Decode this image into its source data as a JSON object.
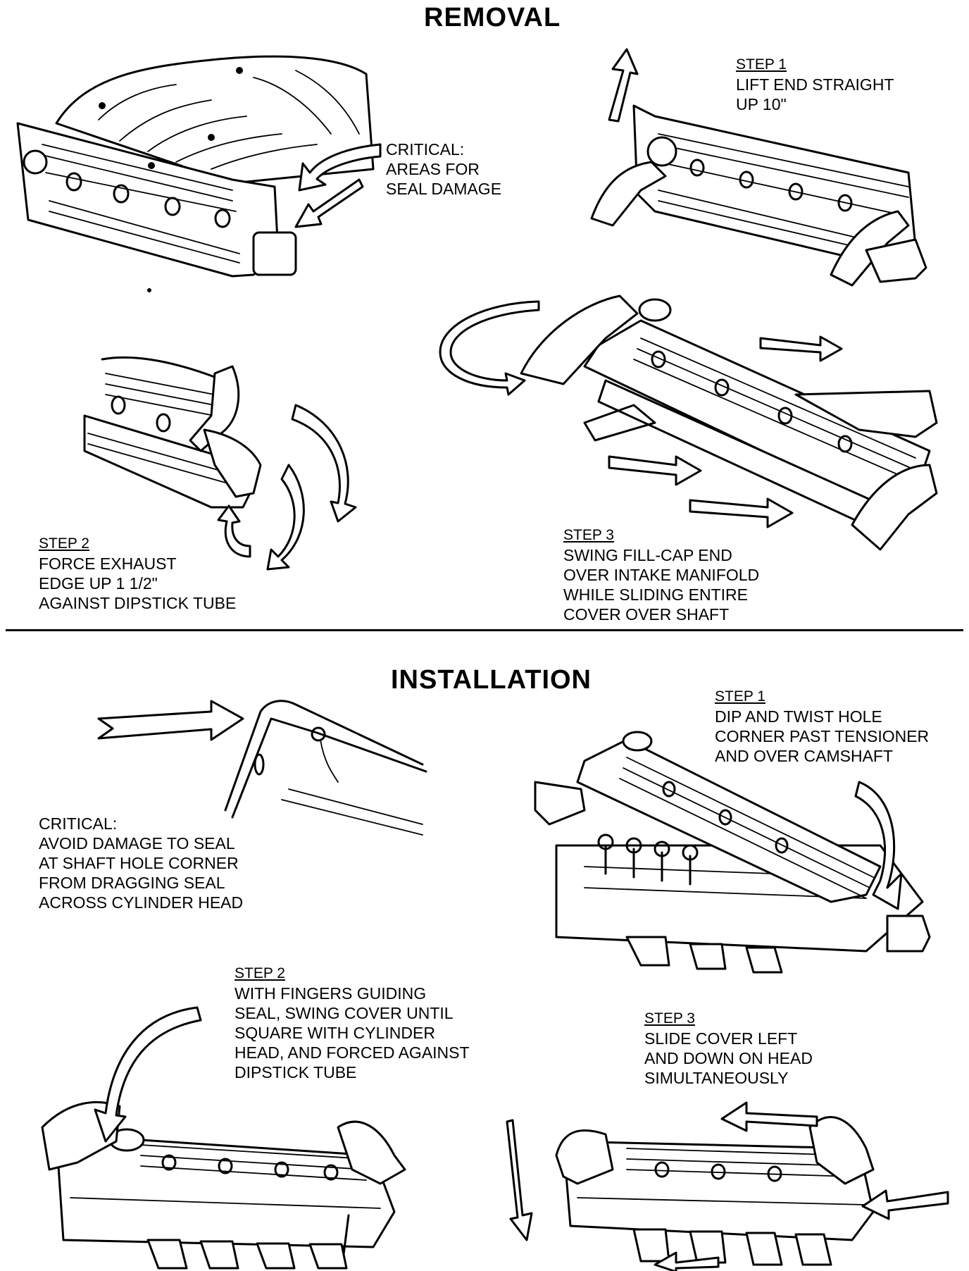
{
  "removal": {
    "title": "REMOVAL",
    "critical": {
      "lines": [
        "CRITICAL:",
        "AREAS FOR",
        "SEAL DAMAGE"
      ]
    },
    "step1": {
      "heading": "STEP 1",
      "lines": [
        "LIFT END  STRAIGHT",
        "UP 10\""
      ]
    },
    "step2": {
      "heading": "STEP 2",
      "lines": [
        "FORCE EXHAUST",
        "EDGE UP 1 1/2\"",
        "AGAINST DIPSTICK TUBE"
      ]
    },
    "step3": {
      "heading": "STEP 3",
      "lines": [
        "SWING FILL-CAP END",
        "OVER INTAKE MANIFOLD",
        "WHILE SLIDING ENTIRE",
        "COVER OVER SHAFT"
      ]
    }
  },
  "installation": {
    "title": "INSTALLATION",
    "critical": {
      "lines": [
        "CRITICAL:",
        "AVOID DAMAGE TO SEAL",
        "AT SHAFT HOLE CORNER",
        "FROM DRAGGING SEAL",
        "ACROSS CYLINDER HEAD"
      ]
    },
    "step1": {
      "heading": "STEP 1",
      "lines": [
        "DIP AND TWIST HOLE",
        "CORNER PAST TENSIONER",
        "AND OVER CAMSHAFT"
      ]
    },
    "step2": {
      "heading": "STEP 2",
      "lines": [
        "WITH FINGERS GUIDING",
        "SEAL, SWING COVER UNTIL",
        "SQUARE WITH CYLINDER",
        "HEAD, AND FORCED AGAINST",
        "DIPSTICK TUBE"
      ]
    },
    "step3": {
      "heading": "STEP 3",
      "lines": [
        "SLIDE COVER LEFT",
        "AND DOWN ON HEAD",
        "SIMULTANEOUSLY"
      ]
    }
  }
}
